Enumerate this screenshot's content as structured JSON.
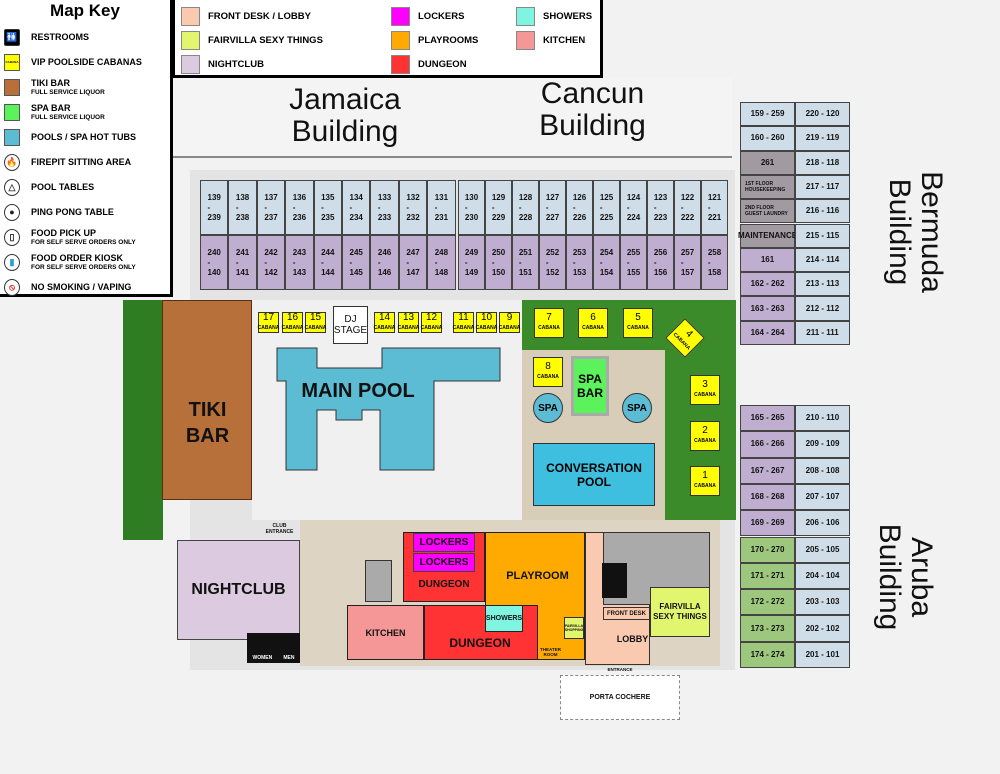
{
  "map_key": {
    "title": "Map Key",
    "items": [
      {
        "label": "RESTROOMS",
        "icon": "restroom-icon",
        "color": "#000000"
      },
      {
        "label": "VIP POOLSIDE CABANAS",
        "icon": "cabana-swatch",
        "color": "#ffff00",
        "swatch_text": "CABANA"
      },
      {
        "label": "TIKI BAR",
        "sub": "FULL SERVICE LIQUOR",
        "icon": "tiki-bar-swatch",
        "color": "#b8703a"
      },
      {
        "label": "SPA BAR",
        "sub": "FULL SERVICE LIQUOR",
        "icon": "spa-bar-swatch",
        "color": "#5cf25c"
      },
      {
        "label": "POOLS / SPA HOT TUBS",
        "icon": "pool-swatch",
        "color": "#5bbcd4"
      },
      {
        "label": "FIREPIT SITTING AREA",
        "icon": "fire-icon",
        "color": "#ff5500"
      },
      {
        "label": "POOL TABLES",
        "icon": "pool-table-icon",
        "color": "#444444"
      },
      {
        "label": "PING PONG TABLE",
        "icon": "ping-pong-icon",
        "color": "#222222"
      },
      {
        "label": "FOOD PICK UP",
        "sub": "FOR SELF SERVE ORDERS ONLY",
        "icon": "food-pickup-icon",
        "color": "#222222"
      },
      {
        "label": "FOOD ORDER KIOSK",
        "sub": "FOR SELF SERVE ORDERS ONLY",
        "icon": "kiosk-icon",
        "color": "#2e9fd6"
      },
      {
        "label": "NO SMOKING / VAPING",
        "icon": "no-smoking-icon",
        "color": "#e02020"
      }
    ]
  },
  "color_legend": [
    {
      "label": "FRONT DESK / LOBBY",
      "color": "#f9c9b0"
    },
    {
      "label": "LOCKERS",
      "color": "#ff00ff"
    },
    {
      "label": "SHOWERS",
      "color": "#7ff5e1"
    },
    {
      "label": "FAIRVILLA SEXY THINGS",
      "color": "#e2f56e"
    },
    {
      "label": "PLAYROOMS",
      "color": "#ffaa00"
    },
    {
      "label": "KITCHEN",
      "color": "#f59797"
    },
    {
      "label": "NIGHTCLUB",
      "color": "#dccbe0"
    },
    {
      "label": "DUNGEON",
      "color": "#ff3333"
    },
    {
      "label": "",
      "color": ""
    }
  ],
  "buildings": {
    "jamaica": "Jamaica Building",
    "cancun": "Cancun Building",
    "bermuda": "Bermuda Building",
    "aruba": "Aruba Building"
  },
  "jamaica_rooms": {
    "top": [
      "139\n-\n239",
      "138\n-\n238",
      "137\n-\n237",
      "136\n-\n236",
      "135\n-\n235",
      "134\n-\n234",
      "133\n-\n233",
      "132\n-\n232",
      "131\n-\n231"
    ],
    "bottom": [
      "240\n-\n140",
      "241\n-\n141",
      "242\n-\n142",
      "243\n-\n143",
      "244\n-\n144",
      "245\n-\n145",
      "246\n-\n146",
      "247\n-\n147",
      "248\n-\n148"
    ]
  },
  "cancun_rooms": {
    "top": [
      "130\n-\n230",
      "129\n-\n229",
      "128\n-\n228",
      "127\n-\n227",
      "126\n-\n226",
      "125\n-\n225",
      "124\n-\n224",
      "123\n-\n223",
      "122\n-\n222",
      "121\n-\n221"
    ],
    "bottom": [
      "249\n-\n149",
      "250\n-\n150",
      "251\n-\n151",
      "252\n-\n152",
      "253\n-\n153",
      "254\n-\n154",
      "255\n-\n155",
      "256\n-\n156",
      "257\n-\n157",
      "258\n-\n158"
    ]
  },
  "bermuda_rooms": {
    "left": [
      "159 - 259",
      "160 - 260",
      "261",
      "1ST FLOOR HOUSEKEEPING",
      "2ND FLOOR GUEST LAUNDRY",
      "MAINTENANCE",
      "161",
      "162 - 262",
      "163 - 263",
      "164 - 264"
    ],
    "right": [
      "220 - 120",
      "219 - 119",
      "218 - 118",
      "217 - 117",
      "216 - 116",
      "215 - 115",
      "214 - 114",
      "213 - 113",
      "212 - 112",
      "211 - 111"
    ]
  },
  "aruba_rooms": {
    "left": [
      "165 - 265",
      "166 - 266",
      "167 - 267",
      "168 - 268",
      "169 - 269",
      "170 - 270",
      "171 - 271",
      "172 - 272",
      "173 - 273",
      "174 - 274"
    ],
    "right": [
      "210 - 110",
      "209 - 109",
      "208 - 108",
      "207 - 107",
      "206 - 106",
      "205 - 105",
      "204 - 104",
      "203 - 103",
      "202 - 102",
      "201 - 101"
    ]
  },
  "cabanas": {
    "word": "CABANA",
    "numbers": [
      "17",
      "16",
      "15",
      "14",
      "13",
      "12",
      "11",
      "10",
      "9",
      "7",
      "6",
      "5",
      "4",
      "8",
      "3",
      "2",
      "1"
    ]
  },
  "areas": {
    "dj_stage": "DJ STAGE",
    "main_pool": "MAIN POOL",
    "tiki_bar": "TIKI BAR",
    "spa": "SPA",
    "spa_bar": "SPA BAR",
    "conversation_pool": "CONVERSATION POOL",
    "nightclub": "NIGHTCLUB",
    "club_entrance": "CLUB ENTRANCE",
    "lockers": "LOCKERS",
    "dungeon": "DUNGEON",
    "playroom": "PLAYROOM",
    "showers": "SHOWERS",
    "kitchen": "KITCHEN",
    "lobby": "LOBBY",
    "front_desk": "FRONT DESK",
    "fairvilla": "FAIRVILLA SEXY THINGS",
    "fairvilla_shopping": "FAIRVILLA SHOPPING",
    "theater_room": "THEATER ROOM",
    "entrance": "ENTRANCE",
    "porta_cochere": "PORTA COCHERE",
    "women": "WOMEN",
    "men": "MEN"
  }
}
